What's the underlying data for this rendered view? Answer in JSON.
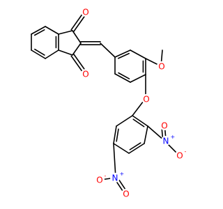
{
  "colors": {
    "bond": "#000000",
    "oxygen": "#ff0000",
    "nitrogen": "#0000ff"
  },
  "atom_labels": [
    {
      "id": "o-ketone-top",
      "text": "O",
      "element": "oxygen"
    },
    {
      "id": "o-ketone-bottom",
      "text": "O",
      "element": "oxygen"
    },
    {
      "id": "o-methoxy",
      "text": "O",
      "element": "oxygen"
    },
    {
      "id": "o-ether",
      "text": "O",
      "element": "oxygen"
    },
    {
      "id": "n-nitro-ortho",
      "text": "N",
      "element": "nitrogen",
      "charge": "+"
    },
    {
      "id": "o-nitro-ortho-minus",
      "text": "O",
      "element": "oxygen",
      "charge": "-"
    },
    {
      "id": "o-nitro-ortho-double",
      "text": "O",
      "element": "oxygen"
    },
    {
      "id": "n-nitro-para",
      "text": "N",
      "element": "nitrogen",
      "charge": "+"
    },
    {
      "id": "o-nitro-para-minus",
      "text": "O",
      "element": "oxygen",
      "charge": "-"
    },
    {
      "id": "o-nitro-para-double",
      "text": "O",
      "element": "oxygen"
    }
  ]
}
